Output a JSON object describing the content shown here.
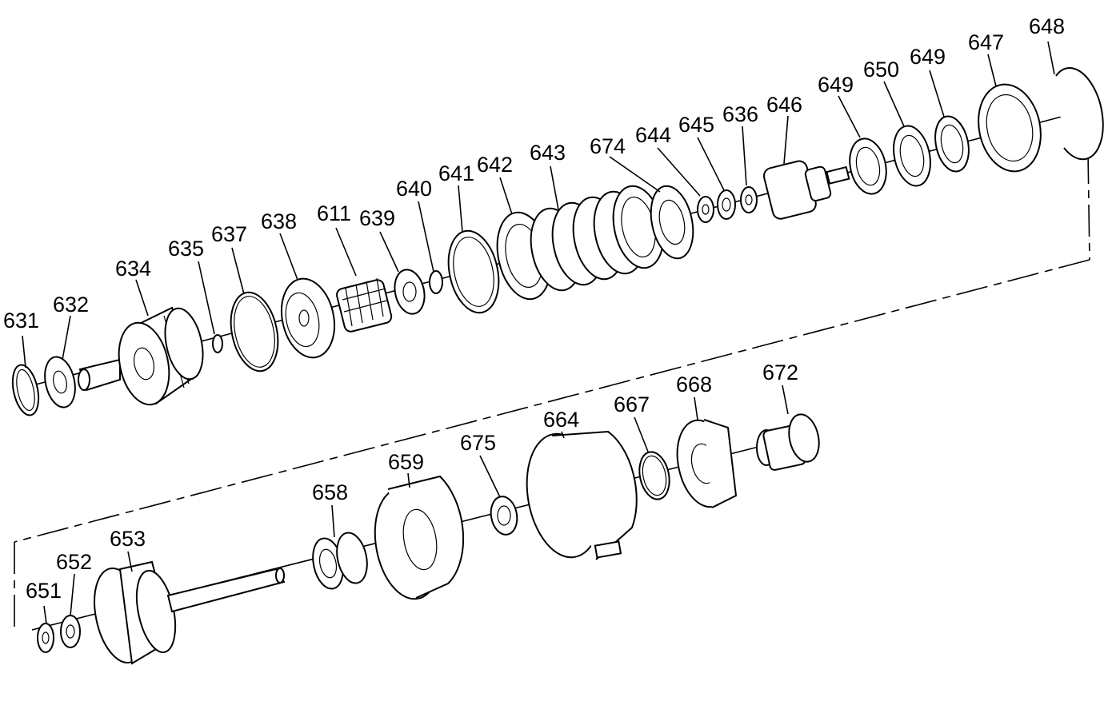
{
  "labels": {
    "l631": "631",
    "l632": "632",
    "l634": "634",
    "l635": "635",
    "l637": "637",
    "l638": "638",
    "l611": "611",
    "l639": "639",
    "l640": "640",
    "l641": "641",
    "l642": "642",
    "l643": "643",
    "l674": "674",
    "l644": "644",
    "l645": "645",
    "l636": "636",
    "l646": "646",
    "l649a": "649",
    "l650": "650",
    "l649b": "649",
    "l647": "647",
    "l648": "648",
    "l651": "651",
    "l652": "652",
    "l653": "653",
    "l658": "658",
    "l659": "659",
    "l675": "675",
    "l664": "664",
    "l667": "667",
    "l668": "668",
    "l672": "672"
  },
  "colors": {
    "ink": "#000000",
    "paper": "#ffffff"
  },
  "icons": [
    "snap-ring",
    "thrust-washer",
    "clutch-plate",
    "gear",
    "drum",
    "band",
    "bearing"
  ]
}
